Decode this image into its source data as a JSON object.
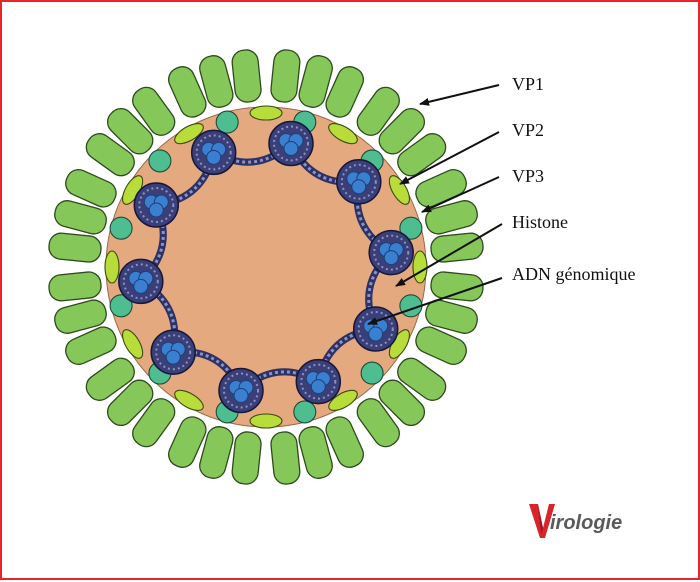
{
  "labels": {
    "vp1": "VP1",
    "vp2": "VP2",
    "vp3": "VP3",
    "histone": "Histone",
    "adn": "ADN génomique"
  },
  "logo": {
    "text": "Virologie"
  },
  "colors": {
    "border": "#e8262a",
    "vp1": "#86c75a",
    "vp2": "#4ebd8f",
    "vp3": "#b8dc3a",
    "core": "#e5a97f",
    "histone": "#3a7fd0",
    "dna": "#2c3166"
  }
}
